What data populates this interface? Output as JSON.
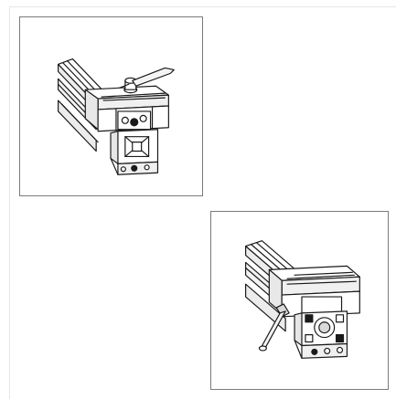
{
  "figures": [
    {
      "icon": "profile-connector-lever-clamp-illustration",
      "variant": "top-lever"
    },
    {
      "icon": "profile-connector-side-lever-illustration",
      "variant": "side-lever"
    }
  ],
  "colors": {
    "stroke": "#1a1a1a",
    "frame": "#7a7a7a",
    "rule": "#e6e6e6",
    "fill": "#ffffff",
    "shade": "#d9d9d9"
  }
}
